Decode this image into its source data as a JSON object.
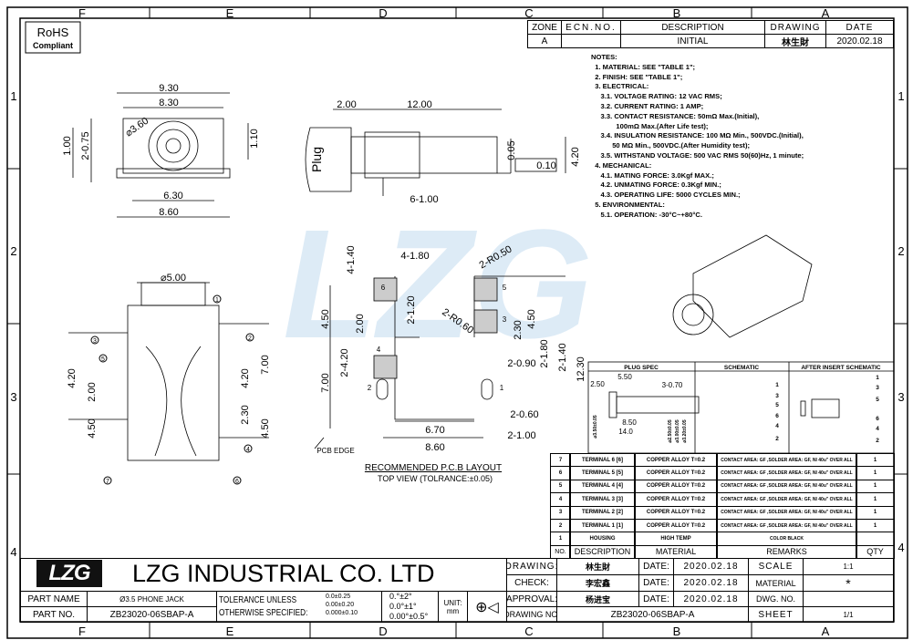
{
  "frame": {
    "cols": [
      "F",
      "E",
      "D",
      "C",
      "B",
      "A"
    ],
    "rows": [
      "1",
      "2",
      "3",
      "4"
    ]
  },
  "rohs": {
    "line1": "RoHS",
    "line2": "Compliant"
  },
  "watermark": "LZG",
  "revision": {
    "headers": [
      "ZONE",
      "ECN.NO.",
      "DESCRIPTION",
      "DRAWING",
      "DATE"
    ],
    "row": {
      "zone": "A",
      "ecn": "",
      "description": "INITIAL",
      "drawing": "林生財",
      "date": "2020.02.18"
    }
  },
  "notes": [
    "NOTES:",
    "  1. MATERIAL: SEE \"TABLE 1\";",
    "  2. FINISH: SEE \"TABLE 1\";",
    "  3. ELECTRICAL:",
    "     3.1. VOLTAGE RATING: 12 VAC RMS;",
    "     3.2. CURRENT RATING: 1 AMP;",
    "     3.3. CONTACT RESISTANCE: 50mΩ Max.(Initial),",
    "             100mΩ Max.(After Life test);",
    "     3.4. INSULATION RESISTANCE: 100 MΩ Min., 500VDC.(Initial),",
    "           50 MΩ Min., 500VDC.(After Humidity test);",
    "     3.5. WITHSTAND VOLTAGE: 500 VAC RMS 50(60)Hz, 1 minute;",
    "  4. MECHANICAL:",
    "     4.1. MATING FORCE: 3.0Kgf MAX.;",
    "     4.2. UNMATING FORCE: 0.3Kgf MIN.;",
    "     4.3. OPERATING LIFE: 5000 CYCLES MIN.;",
    "  5. ENVIRONMENTAL:",
    "     5.1. OPERATION: -30°C~+80°C."
  ],
  "dims": {
    "top": [
      "9.30",
      "8.30",
      "⌀3.60",
      "2-0.75",
      "1.00",
      "1.10",
      "6.30",
      "8.60"
    ],
    "side": [
      "2.00",
      "12.00",
      "Plug",
      "0.05",
      "0.10",
      "4.20",
      "6-1.00"
    ],
    "front": [
      "⌀5.00",
      "4.20",
      "2.00",
      "4.50",
      "7.00",
      "4.20",
      "2.30",
      "4.50"
    ],
    "pcb": [
      "4-1.40",
      "4-1.80",
      "2-R0.50",
      "4.50",
      "2.00",
      "2-1.20",
      "2-R0.60",
      "4.50",
      "2.30",
      "2-4.20",
      "7.00",
      "2-1.80",
      "2-1.40",
      "2-0.90",
      "12.30",
      "2-0.60",
      "2-1.00",
      "6.70",
      "8.60",
      "PCB EDGE"
    ],
    "pads": [
      "6",
      "5",
      "3",
      "4",
      "2",
      "1"
    ],
    "callouts": [
      "1",
      "2",
      "3",
      "4",
      "5",
      "6",
      "7"
    ]
  },
  "pcb_title": "RECOMMENDED P.C.B LAYOUT",
  "pcb_subtitle": "TOP VIEW (TOLRANCE:±0.05)",
  "plug": {
    "headers": [
      "PLUG SPEC",
      "SCHEMATIC",
      "AFTER INSERT SCHEMATIC"
    ],
    "dims": [
      "5.50",
      "2.50",
      "3-0.70",
      "8.50",
      "14.0",
      "⌀3.50±0.05",
      "⌀2.50±0.05",
      "⌀3.00±0.05",
      "⌀3.20±0.05"
    ],
    "pins": [
      "1",
      "3",
      "5",
      "6",
      "4",
      "2"
    ]
  },
  "bom": {
    "headers": [
      "NO.",
      "DESCRIPTION",
      "MATERIAL",
      "REMARKS",
      "QTY"
    ],
    "rows": [
      [
        "7",
        "TERMINAL 6 [6]",
        "COPPER ALLOY T=0.2",
        "CONTACT AREA: GF ,SOLDER AREA: GF, NI 40u\" OVER ALL",
        "1"
      ],
      [
        "6",
        "TERMINAL 5 [5]",
        "COPPER ALLOY T=0.2",
        "CONTACT AREA: GF ,SOLDER AREA: GF, NI 40u\" OVER ALL",
        "1"
      ],
      [
        "5",
        "TERMINAL 4 [4]",
        "COPPER ALLOY T=0.2",
        "CONTACT AREA: GF ,SOLDER AREA: GF, NI 40u\" OVER ALL",
        "1"
      ],
      [
        "4",
        "TERMINAL 3 [3]",
        "COPPER ALLOY T=0.2",
        "CONTACT AREA: GF ,SOLDER AREA: GF, NI 40u\" OVER ALL",
        "1"
      ],
      [
        "3",
        "TERMINAL 2 [2]",
        "COPPER ALLOY T=0.2",
        "CONTACT AREA: GF ,SOLDER AREA: GF, NI 40u\" OVER ALL",
        "1"
      ],
      [
        "2",
        "TERMINAL 1 [1]",
        "COPPER ALLOY T=0.2",
        "CONTACT AREA: GF ,SOLDER AREA: GF, NI 40u\" OVER ALL",
        "1"
      ],
      [
        "1",
        "HOUSING",
        "HIGH TEMP",
        "COLOR BLACK",
        ""
      ]
    ]
  },
  "title": {
    "logo": "LZG",
    "company": "LZG INDUSTRIAL CO. LTD",
    "part_name_label": "PART NAME",
    "part_name": "Ø3.5 PHONE JACK",
    "part_no_label": "PART NO.",
    "part_no": "ZB23020-06SBAP-A",
    "tol_label1": "TOLERANCE UNLESS",
    "tol_label2": "OTHERWISE SPECIFIED:",
    "tol": [
      "0.0±0.25",
      "0.00±0.20",
      "0.000±0.10"
    ],
    "ang": [
      "0.°±2°",
      "0.0°±1°",
      "0.00°±0.5°"
    ],
    "unit_label": "UNIT:",
    "unit": "mm",
    "drawing_label": "DRAWING:",
    "drawing_name": "林生財",
    "check_label": "CHECK:",
    "check_name": "李宏鑫",
    "approval_label": "APPROVAL:",
    "approval_name": "杨进宝",
    "drawing_no_label": "DRAWING NO.",
    "drawing_no": "ZB23020-06SBAP-A",
    "date_label": "DATE:",
    "date": "2020.02.18",
    "scale_label": "SCALE",
    "scale": "1:1",
    "material_label": "MATERIAL",
    "material": "*",
    "dwg_no_label": "DWG. NO.",
    "sheet_label": "SHEET",
    "sheet": "1/1"
  }
}
